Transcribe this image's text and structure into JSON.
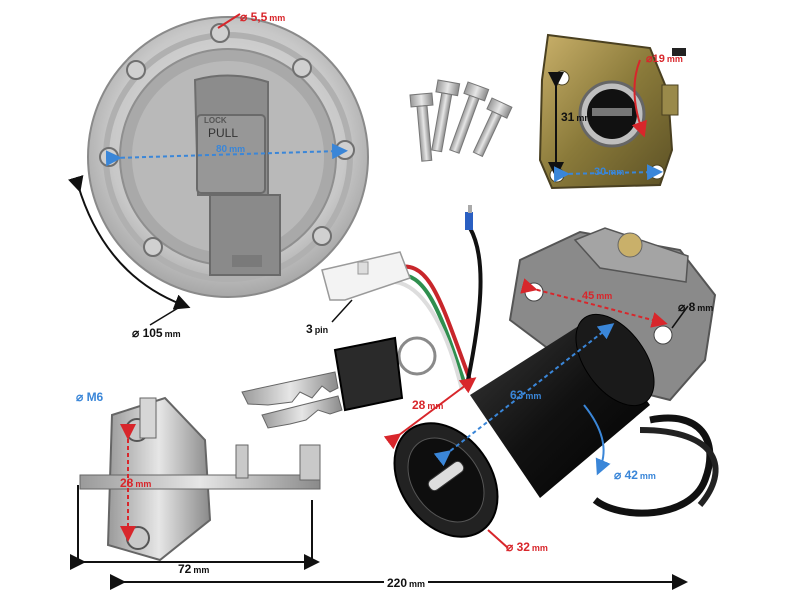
{
  "labels": {
    "cap_bolt_dia": {
      "value": "5,5",
      "unit": "mm"
    },
    "cap_inner": {
      "value": "80",
      "unit": "mm"
    },
    "cap_outer": {
      "value": "105",
      "unit": "mm"
    },
    "cap_pull": "PULL",
    "cap_lock": "LOCK",
    "plate_hole": {
      "value": "19",
      "unit": "mm"
    },
    "plate_height": {
      "value": "31",
      "unit": "mm"
    },
    "plate_width": {
      "value": "30",
      "unit": "mm"
    },
    "connector_pins": {
      "value": "3",
      "unit": "pin"
    },
    "switch_mount": {
      "value": "45",
      "unit": "mm"
    },
    "switch_hole": {
      "value": "8",
      "unit": "mm"
    },
    "switch_length": {
      "value": "63",
      "unit": "mm"
    },
    "switch_head_len": {
      "value": "28",
      "unit": "mm"
    },
    "switch_body_dia": {
      "value": "42",
      "unit": "mm"
    },
    "switch_head_dia": {
      "value": "32",
      "unit": "mm"
    },
    "seat_lock_thread": {
      "value": "M6",
      "unit": ""
    },
    "seat_lock_height": {
      "value": "28",
      "unit": "mm"
    },
    "seat_lock_width": {
      "value": "72",
      "unit": "mm"
    },
    "total_width": {
      "value": "220",
      "unit": "mm"
    }
  },
  "colors": {
    "dim_red": "#d8262b",
    "dim_blue": "#3a86d8",
    "dim_black": "#111111",
    "wire_red": "#c8262b",
    "wire_green": "#2f8f4e",
    "wire_blue": "#2a5fc2"
  }
}
